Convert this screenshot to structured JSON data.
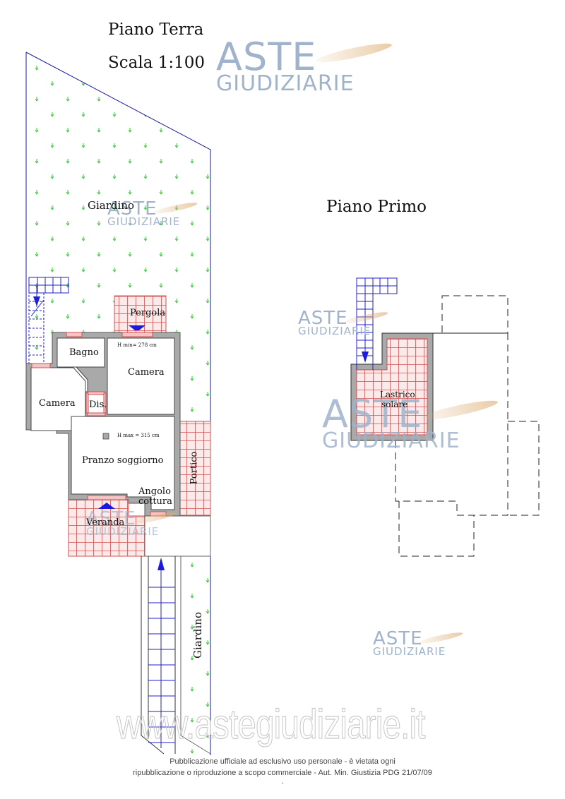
{
  "ground_floor": {
    "title": "Piano Terra",
    "scale": "Scala 1:100",
    "rooms": {
      "giardino_top": "Giardino",
      "pergola": "Pergola",
      "bagno": "Bagno",
      "camera_1": "Camera",
      "camera_2": "Camera",
      "dis": "Dis.",
      "pranzo": "Pranzo soggiorno",
      "angolo_1": "Angolo",
      "angolo_2": "cottura",
      "portico": "Portico",
      "veranda": "Veranda",
      "giardino_side": "Giardino"
    },
    "heights": {
      "h_min": "H min= 278 cm",
      "h_max": "H max = 315 cm"
    }
  },
  "first_floor": {
    "title": "Piano Primo",
    "rooms": {
      "lastrico_1": "Lastrico",
      "lastrico_2": "solare"
    }
  },
  "watermarks": {
    "aste": "ASTE",
    "giudiziarie": "GIUDIZIARIE",
    "site": "www.astegiudiziarie.it"
  },
  "footer": {
    "line1": "Pubblicazione ufficiale ad esclusivo uso personale - è vietata ogni",
    "line2": "ripubblicazione o riproduzione a scopo commerciale - Aut. Min. Giustizia PDG 21/07/09",
    "line3": "-"
  },
  "colors": {
    "wall": "#a9a9a9",
    "boundary": "#1a1aa0",
    "stair": "#2020d0",
    "tile": "#d05050",
    "grass": "#33cc33",
    "watermark": "#9fb3cc"
  }
}
